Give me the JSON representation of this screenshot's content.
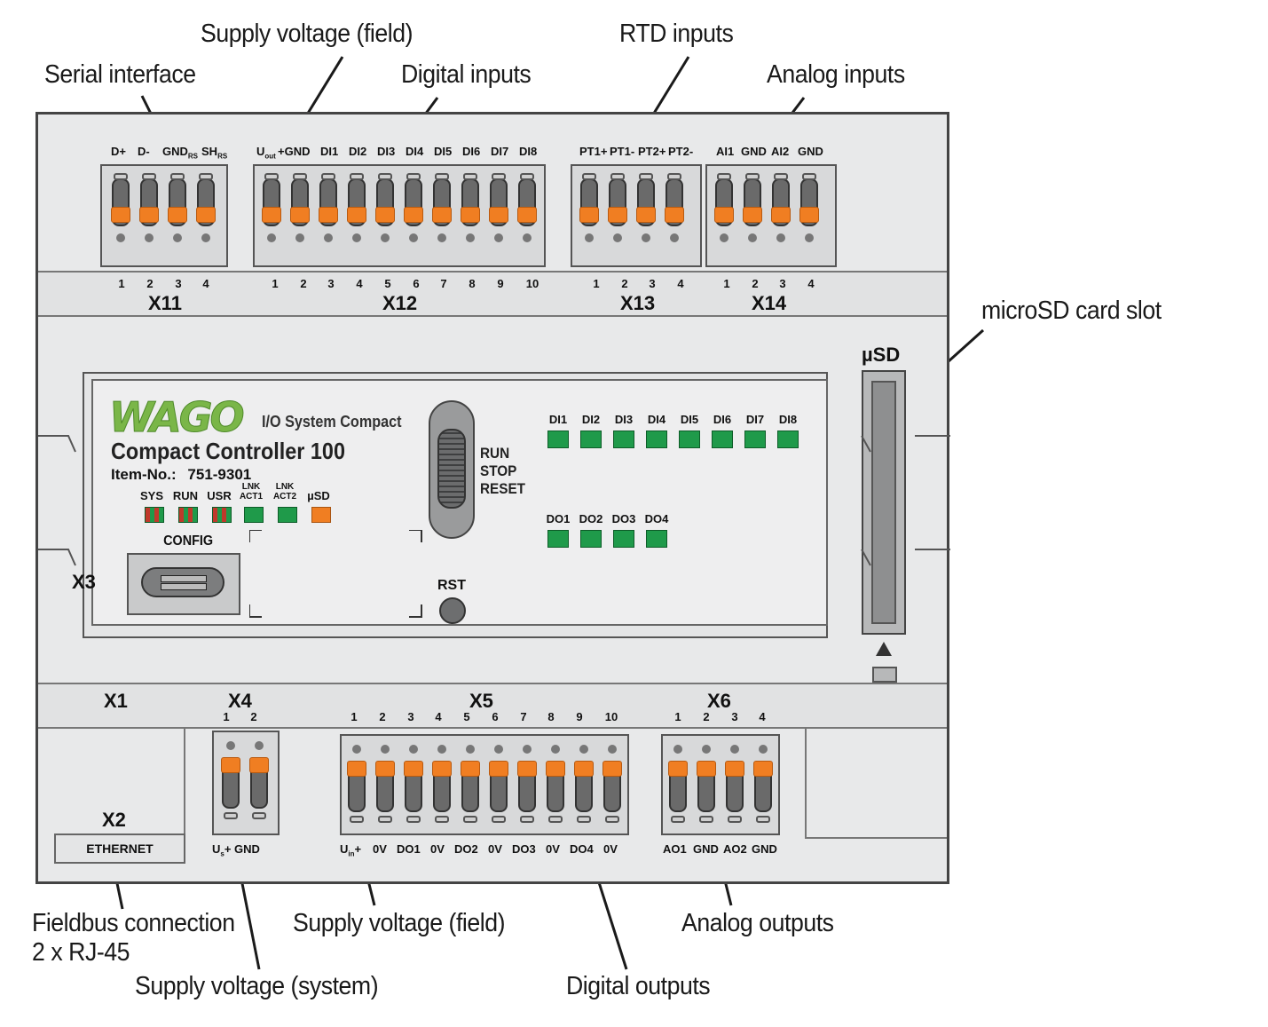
{
  "callouts": {
    "serial_interface": "Serial interface",
    "supply_voltage_field_top": "Supply voltage (field)",
    "digital_inputs": "Digital inputs",
    "rtd_inputs": "RTD inputs",
    "analog_inputs": "Analog inputs",
    "microsd_card_slot": "microSD card slot",
    "fieldbus_connection_line1": "Fieldbus connection",
    "fieldbus_connection_line2": "2 x RJ-45",
    "supply_voltage_field_bottom": "Supply voltage (field)",
    "analog_outputs": "Analog outputs",
    "supply_voltage_system": "Supply voltage (system)",
    "digital_outputs": "Digital outputs"
  },
  "connectors": {
    "x11": {
      "name": "X11",
      "pins": [
        "D+",
        "D-",
        "GND",
        "SH"
      ],
      "pin_subscripts": [
        "",
        "",
        "RS",
        "RS"
      ],
      "numbers": [
        "1",
        "2",
        "3",
        "4"
      ]
    },
    "x12": {
      "name": "X12",
      "pins": [
        "U",
        "+GND",
        "DI1",
        "DI2",
        "DI3",
        "DI4",
        "DI5",
        "DI6",
        "DI7",
        "DI8"
      ],
      "u_subscript": "out",
      "numbers": [
        "1",
        "2",
        "3",
        "4",
        "5",
        "6",
        "7",
        "8",
        "9",
        "10"
      ]
    },
    "x13": {
      "name": "X13",
      "pins": [
        "PT1+",
        "PT1-",
        "PT2+",
        "PT2-"
      ],
      "numbers": [
        "1",
        "2",
        "3",
        "4"
      ]
    },
    "x14": {
      "name": "X14",
      "pins": [
        "AI1",
        "GND",
        "AI2",
        "GND"
      ],
      "numbers": [
        "1",
        "2",
        "3",
        "4"
      ]
    },
    "x1": {
      "name": "X1"
    },
    "x2": {
      "name": "X2",
      "label": "ETHERNET"
    },
    "x3": {
      "name": "X3",
      "label": "CONFIG"
    },
    "x4": {
      "name": "X4",
      "numbers": [
        "1",
        "2"
      ],
      "pins": [
        "U",
        "+ GND"
      ],
      "u_subscript": "s"
    },
    "x5": {
      "name": "X5",
      "numbers": [
        "1",
        "2",
        "3",
        "4",
        "5",
        "6",
        "7",
        "8",
        "9",
        "10"
      ],
      "pins": [
        "U",
        "0V",
        "DO1",
        "0V",
        "DO2",
        "0V",
        "DO3",
        "0V",
        "DO4",
        "0V"
      ],
      "u_subscript": "in",
      "u_suffix": "+"
    },
    "x6": {
      "name": "X6",
      "numbers": [
        "1",
        "2",
        "3",
        "4"
      ],
      "pins": [
        "AO1",
        "GND",
        "AO2",
        "GND"
      ]
    }
  },
  "front_panel": {
    "brand": "WAGO",
    "system": "I/O System Compact",
    "product": "Compact Controller 100",
    "item_label": "Item-No.:",
    "item_number": "751-9301",
    "status_leds": [
      {
        "label": "SYS",
        "color": "#c0392b"
      },
      {
        "label": "RUN",
        "color": "#c0392b"
      },
      {
        "label": "USR",
        "color": "#c0392b"
      },
      {
        "label_top": "LNK",
        "label_bottom": "ACT1",
        "color": "#1f9a4a"
      },
      {
        "label_top": "LNK",
        "label_bottom": "ACT2",
        "color": "#1f9a4a"
      },
      {
        "label": "µSD",
        "color": "#f07e22"
      }
    ],
    "switch_labels": [
      "RUN",
      "STOP",
      "RESET"
    ],
    "reset_button": "RST",
    "di_leds": [
      "DI1",
      "DI2",
      "DI3",
      "DI4",
      "DI5",
      "DI6",
      "DI7",
      "DI8"
    ],
    "do_leds": [
      "DO1",
      "DO2",
      "DO3",
      "DO4"
    ],
    "sd_label": "µSD",
    "colors": {
      "wago_green": "#7ab648",
      "led_green": "#1f9a4a",
      "terminal_orange": "#f07e22"
    }
  }
}
